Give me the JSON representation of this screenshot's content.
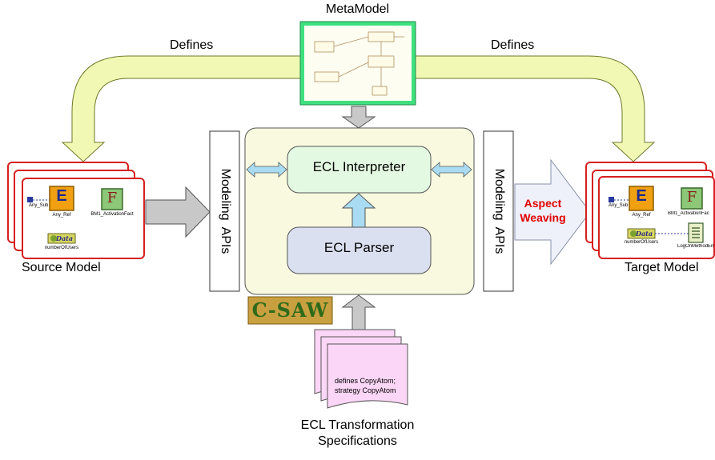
{
  "metamodel": {
    "title": "MetaModel"
  },
  "arrows": {
    "defines_left": "Defines",
    "defines_right": "Defines"
  },
  "engine": {
    "interpreter": "ECL Interpreter",
    "parser": "ECL Parser",
    "apis_left": "Modeling  APIs",
    "apis_right": "Modeling  APIs",
    "logo": "C-SAW"
  },
  "weaving": {
    "line1": "Aspect",
    "line2": "Weaving",
    "color": "#e00000"
  },
  "source_model": {
    "label": "Source Model",
    "items": {
      "any_sub": "Any_Sub",
      "any_ref": "Any_Ref",
      "activation": "BM1_ActivationFact",
      "users": "numberOfUsers",
      "e": "E",
      "f": "F",
      "data": "Data"
    }
  },
  "target_model": {
    "label": "Target Model",
    "items": {
      "any_sub": "Any_Sub",
      "any_ref": "Any_Ref",
      "activation": "BM1_ActivationFac",
      "users": "numberOfUsers",
      "log": "LogOnMethodEntr",
      "e": "E",
      "f": "F",
      "data": "Data"
    }
  },
  "spec": {
    "line1": "defines CopyAtom;",
    "line2": "strategy CopyAtom",
    "caption1": "ECL Transformation",
    "caption2": "Specifications"
  },
  "colors": {
    "engine_bg": "#f8f9df",
    "interpreter_bg": "#e4f9e2",
    "parser_bg": "#dbe0f0",
    "arrow_yellow": "#f0f8b4",
    "arrow_blue": "#a9dcf3",
    "arrow_gray": "#c8c8c8",
    "model_red": "#d61f1f",
    "spec_pink": "#fbd6f6",
    "meta_green": "#3fe07e"
  }
}
